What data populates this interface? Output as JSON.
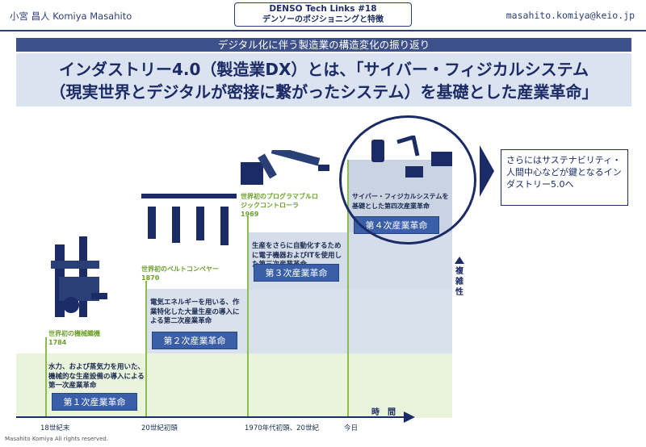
{
  "header": {
    "author": "小宮 昌人 Komiya Masahito",
    "series_title": "DENSO Tech Links #18",
    "series_subtitle": "デンソーのポジショニングと特徴",
    "email": "masahito.komiya@keio.jp"
  },
  "slide": {
    "section_title": "デジタル化に伴う製造業の構造変化の振り返り",
    "title_line1": "インダストリー4.0（製造業DX）とは、「サイバー・フィジカルシステム",
    "title_line2": "（現実世界とデジタルが密接に繋がったシステム）を基礎とした産業革命」"
  },
  "revolutions": [
    {
      "name": "第１次産業革命",
      "invention": "世界初の機械織機",
      "year": "1784",
      "description": "水力、および蒸気力を用いた、機械的な生産設備の導入による第一次産業革命",
      "time_label": "18世紀末"
    },
    {
      "name": "第２次産業革命",
      "invention": "世界初のベルトコンベヤー",
      "year": "1870",
      "description": "電気エネルギーを用いる、作業特化した大量生産の導入による第二次産業革命",
      "time_label": "20世紀初頭"
    },
    {
      "name": "第３次産業革命",
      "invention": "世界初のプログラマブルロジックコントローラ",
      "year": "1969",
      "description": "生産をさらに自動化するために電子機器およびITを使用した第三次産業革命",
      "time_label": "1970年代初頭、20世紀"
    },
    {
      "name": "第４次産業革命",
      "description": "サイバー・フィジカルシステムを基礎とした第四次産業革命",
      "time_label": "今日"
    }
  ],
  "axes": {
    "time": "時　間",
    "complexity": "複雑性"
  },
  "callout": "さらにはサステナビリティ・人間中心などが鍵となるインダストリー5.0へ",
  "footer": "Masahito Komiya All rights reserved.",
  "colors": {
    "navy": "#1b2b66",
    "revolution_box": "#3a5fa8",
    "green": "#8cbe4c"
  }
}
